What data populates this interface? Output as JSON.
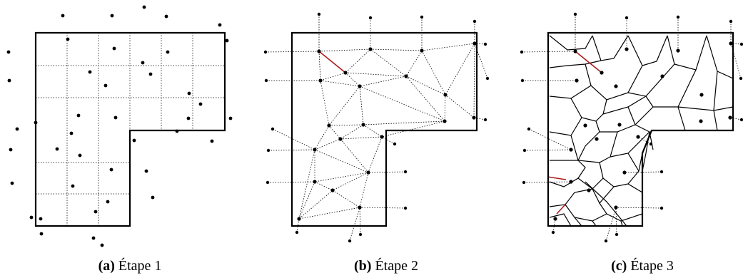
{
  "figure": {
    "panels": [
      {
        "id": "a",
        "caption_letter": "(a)",
        "caption_text": " Étape 1",
        "points": [
          [
            88,
            22
          ],
          [
            157,
            22
          ],
          [
            202,
            10
          ],
          [
            233,
            23
          ],
          [
            308,
            35
          ],
          [
            57,
            307
          ],
          [
            44,
            305
          ],
          [
            95,
            55
          ],
          [
            160,
            68
          ],
          [
            235,
            73
          ],
          [
            318,
            57
          ],
          [
            12,
            73
          ],
          [
            13,
            113
          ],
          [
            200,
            88
          ],
          [
            126,
            101
          ],
          [
            211,
            104
          ],
          [
            148,
            120
          ],
          [
            265,
            131
          ],
          [
            281,
            146
          ],
          [
            264,
            166
          ],
          [
            323,
            166
          ],
          [
            24,
            181
          ],
          [
            50,
            172
          ],
          [
            110,
            162
          ],
          [
            162,
            165
          ],
          [
            100,
            187
          ],
          [
            248,
            184
          ],
          [
            188,
            197
          ],
          [
            297,
            198
          ],
          [
            15,
            210
          ],
          [
            80,
            209
          ],
          [
            112,
            218
          ],
          [
            156,
            238
          ],
          [
            205,
            240
          ],
          [
            17,
            257
          ],
          [
            102,
            261
          ],
          [
            214,
            277
          ],
          [
            151,
            283
          ],
          [
            134,
            297
          ],
          [
            58,
            328
          ],
          [
            131,
            334
          ],
          [
            143,
            344
          ]
        ]
      },
      {
        "id": "b",
        "caption_letter": "(b)",
        "caption_text": " Étape 2",
        "points": [
          [
            447,
            72
          ],
          [
            519,
            69
          ],
          [
            591,
            71
          ],
          [
            665,
            61
          ],
          [
            484,
            102
          ],
          [
            449,
            113
          ],
          [
            569,
            107
          ],
          [
            504,
            121
          ],
          [
            624,
            133
          ],
          [
            461,
            176
          ],
          [
            509,
            175
          ],
          [
            664,
            165
          ],
          [
            623,
            170
          ],
          [
            441,
            210
          ],
          [
            477,
            195
          ],
          [
            535,
            192
          ],
          [
            516,
            242
          ],
          [
            441,
            255
          ],
          [
            466,
            267
          ],
          [
            504,
            291
          ],
          [
            419,
            307
          ]
        ],
        "ext_points": [
          [
            447,
            20
          ],
          [
            519,
            25
          ],
          [
            591,
            24
          ],
          [
            665,
            30
          ],
          [
            680,
            62
          ],
          [
            372,
            73
          ],
          [
            373,
            113
          ],
          [
            683,
            110
          ],
          [
            680,
            168
          ],
          [
            382,
            181
          ],
          [
            553,
            202
          ],
          [
            376,
            211
          ],
          [
            375,
            256
          ],
          [
            568,
            241
          ],
          [
            568,
            292
          ],
          [
            416,
            326
          ],
          [
            490,
            338
          ],
          [
            505,
            329
          ]
        ],
        "edges": [
          [
            0,
            1
          ],
          [
            1,
            2
          ],
          [
            2,
            3
          ],
          [
            0,
            4
          ],
          [
            0,
            5
          ],
          [
            1,
            4
          ],
          [
            4,
            5
          ],
          [
            4,
            6
          ],
          [
            1,
            6
          ],
          [
            2,
            6
          ],
          [
            4,
            7
          ],
          [
            5,
            7
          ],
          [
            6,
            7
          ],
          [
            2,
            8
          ],
          [
            3,
            8
          ],
          [
            6,
            8
          ],
          [
            3,
            11
          ],
          [
            8,
            11
          ],
          [
            8,
            12
          ],
          [
            6,
            12
          ],
          [
            7,
            12
          ],
          [
            5,
            9
          ],
          [
            7,
            9
          ],
          [
            7,
            10
          ],
          [
            9,
            10
          ],
          [
            10,
            12
          ],
          [
            10,
            15
          ],
          [
            12,
            15
          ],
          [
            9,
            14
          ],
          [
            10,
            14
          ],
          [
            9,
            13
          ],
          [
            13,
            14
          ],
          [
            14,
            15
          ],
          [
            14,
            16
          ],
          [
            15,
            16
          ],
          [
            13,
            16
          ],
          [
            13,
            17
          ],
          [
            16,
            17
          ],
          [
            16,
            18
          ],
          [
            17,
            18
          ],
          [
            16,
            19
          ],
          [
            18,
            19
          ],
          [
            17,
            20
          ],
          [
            18,
            20
          ],
          [
            19,
            20
          ],
          [
            13,
            20
          ]
        ],
        "red_edge": [
          [
            447,
            72
          ],
          [
            484,
            102
          ]
        ]
      },
      {
        "id": "c",
        "caption_letter": "(c)",
        "caption_text": " Étape 3",
        "points": [
          [
            806,
            72
          ],
          [
            878,
            69
          ],
          [
            950,
            71
          ],
          [
            1024,
            61
          ],
          [
            843,
            102
          ],
          [
            808,
            113
          ],
          [
            928,
            107
          ],
          [
            863,
            121
          ],
          [
            983,
            133
          ],
          [
            820,
            176
          ],
          [
            868,
            175
          ],
          [
            1023,
            165
          ],
          [
            982,
            170
          ],
          [
            800,
            210
          ],
          [
            836,
            195
          ],
          [
            894,
            192
          ],
          [
            875,
            242
          ],
          [
            800,
            255
          ],
          [
            825,
            267
          ],
          [
            863,
            291
          ],
          [
            778,
            307
          ]
        ],
        "ext_points": [
          [
            806,
            20
          ],
          [
            878,
            25
          ],
          [
            950,
            24
          ],
          [
            1024,
            30
          ],
          [
            1039,
            62
          ],
          [
            731,
            73
          ],
          [
            732,
            113
          ],
          [
            1038,
            110
          ],
          [
            1039,
            168
          ],
          [
            741,
            181
          ],
          [
            912,
            202
          ],
          [
            735,
            211
          ],
          [
            734,
            256
          ],
          [
            927,
            241
          ],
          [
            927,
            292
          ],
          [
            775,
            326
          ],
          [
            849,
            338
          ],
          [
            864,
            329
          ]
        ],
        "red_edges": [
          [
            [
              806,
              72
            ],
            [
              843,
              102
            ]
          ],
          [
            [
              767,
              248
            ],
            [
              793,
              252
            ]
          ],
          [
            [
              780,
              300
            ],
            [
              792,
              287
            ]
          ]
        ]
      }
    ]
  }
}
